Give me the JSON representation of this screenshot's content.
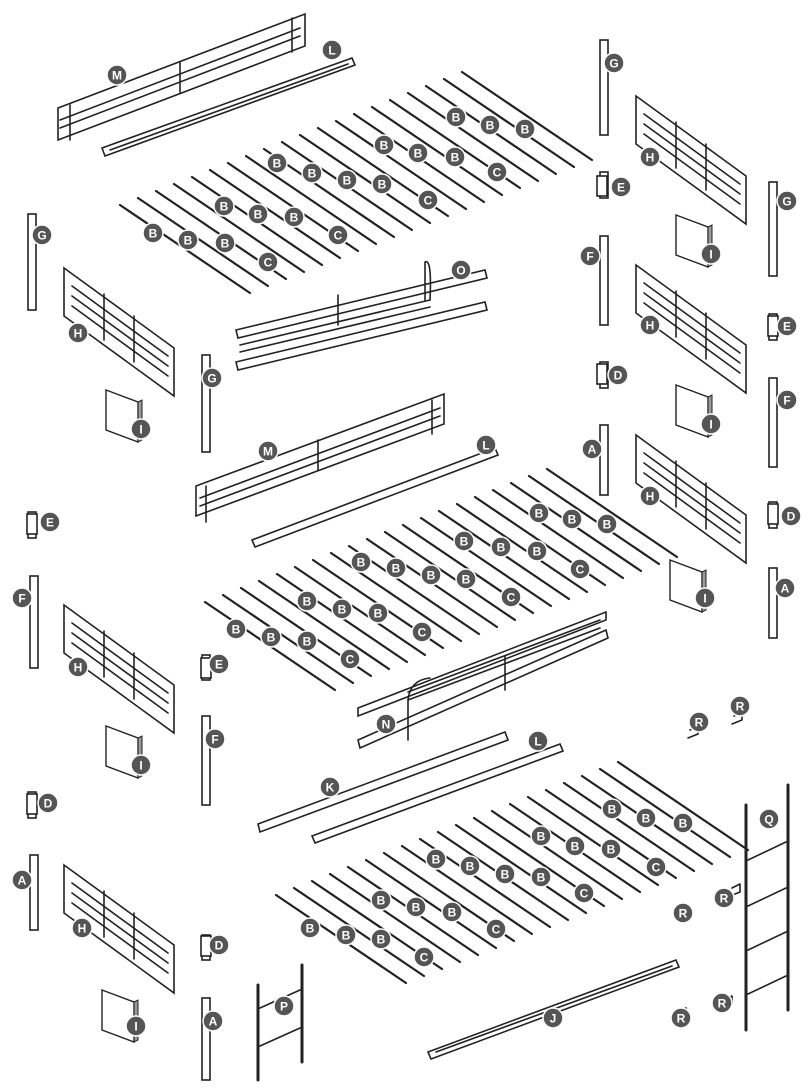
{
  "colors": {
    "line": "#222222",
    "badge": "#555555",
    "badge_text": "#ffffff",
    "panel_shade": "#9a9a9a"
  },
  "labels": {
    "A": "A",
    "B": "B",
    "C": "C",
    "D": "D",
    "E": "E",
    "F": "F",
    "G": "G",
    "H": "H",
    "I": "I",
    "J": "J",
    "K": "K",
    "L": "L",
    "M": "M",
    "N": "N",
    "O": "O",
    "P": "P",
    "Q": "Q",
    "R": "R"
  }
}
